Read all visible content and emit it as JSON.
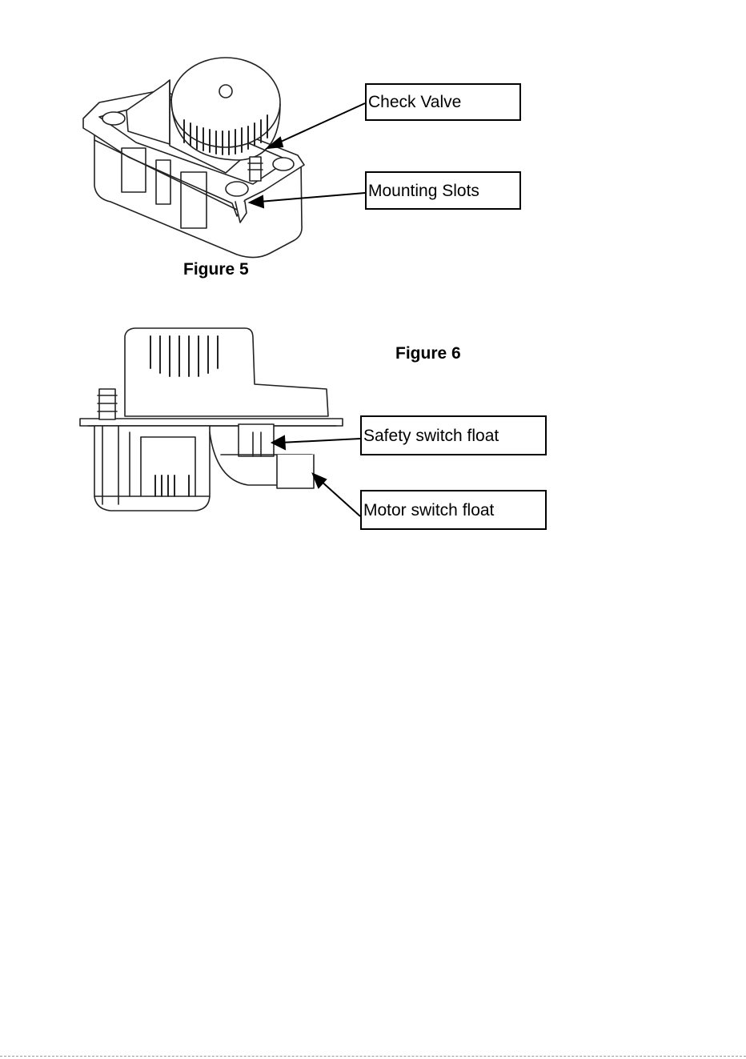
{
  "figure5": {
    "caption": "Figure 5",
    "labels": {
      "check_valve": "Check Valve",
      "mounting_slots": "Mounting Slots"
    }
  },
  "figure6": {
    "caption": "Figure 6",
    "labels": {
      "safety_switch_float": "Safety switch float",
      "motor_switch_float": "Motor switch float"
    }
  }
}
